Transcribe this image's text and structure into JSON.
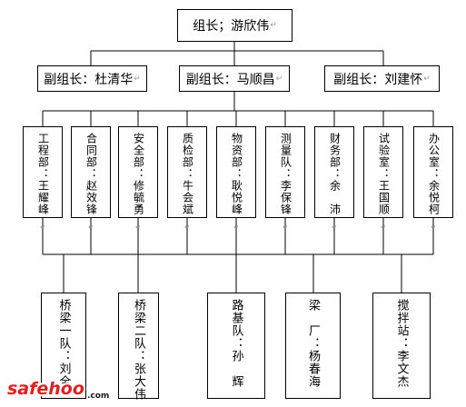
{
  "leader": {
    "text": "组长；游欣伟"
  },
  "deputies": [
    {
      "text": "副组长：杜清华"
    },
    {
      "text": "副组长：马顺昌"
    },
    {
      "text": "副组长：刘建怀"
    }
  ],
  "departments": [
    {
      "text": "工程部：王耀峰"
    },
    {
      "text": "合同部：赵效锋"
    },
    {
      "text": "安全部：修毓勇"
    },
    {
      "text": "质检部：牛会斌"
    },
    {
      "text": "物资部：耿悦峰"
    },
    {
      "text": "测量队：李保锋"
    },
    {
      "text": "财务部：余　沛"
    },
    {
      "text": "试验室：王国顺"
    },
    {
      "text": "办公室：余悦柯"
    }
  ],
  "teams": [
    {
      "text": "桥梁一队：刘全"
    },
    {
      "text": "桥梁二队：张大伟"
    },
    {
      "text": "路基队：孙　辉"
    },
    {
      "text": "梁　厂：杨春海"
    },
    {
      "text": "搅拌站：李文杰"
    }
  ],
  "para_mark": "↵",
  "watermark": {
    "text": "safehoo",
    "suffix": ".com",
    "color": "#e02020"
  }
}
